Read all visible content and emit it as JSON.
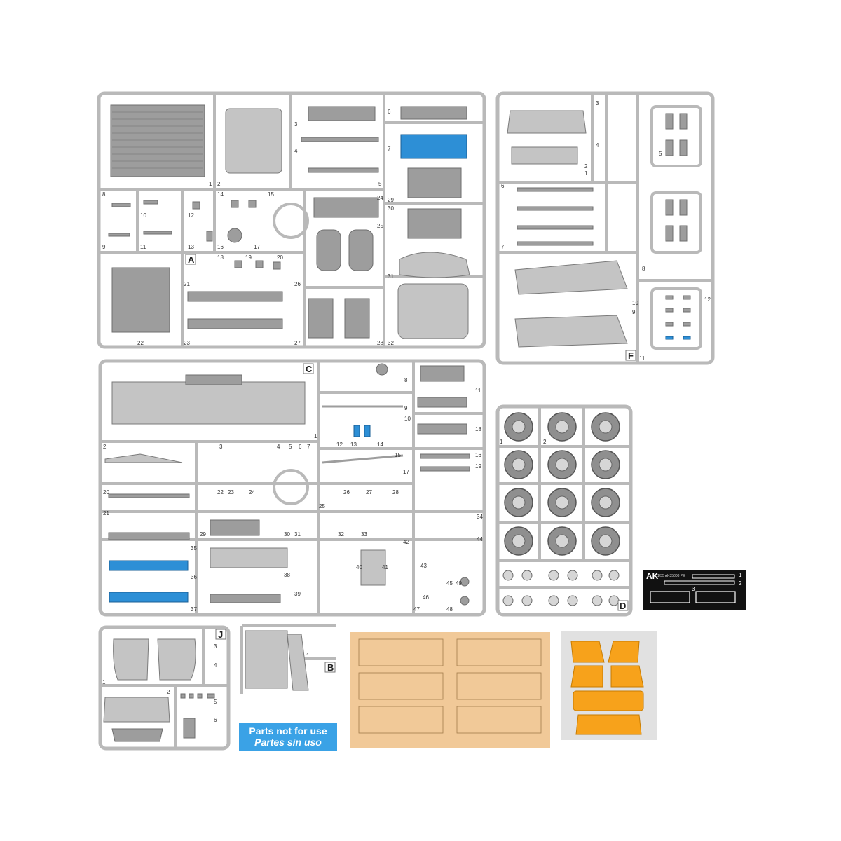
{
  "sprues": [
    {
      "letter": "A",
      "numbers": [
        "1",
        "2",
        "3",
        "4",
        "5",
        "6",
        "7",
        "8",
        "9",
        "10",
        "11",
        "12",
        "13",
        "14",
        "15",
        "16",
        "17",
        "18",
        "19",
        "20",
        "21",
        "22",
        "23",
        "24",
        "25",
        "26",
        "27",
        "28",
        "29",
        "30",
        "31",
        "32"
      ]
    },
    {
      "letter": "F",
      "numbers": [
        "1",
        "2",
        "3",
        "4",
        "5",
        "6",
        "7",
        "8",
        "9",
        "10",
        "11",
        "12"
      ]
    },
    {
      "letter": "C",
      "numbers": [
        "1",
        "2",
        "3",
        "4",
        "5",
        "6",
        "7",
        "8",
        "9",
        "10",
        "11",
        "12",
        "13",
        "14",
        "15",
        "16",
        "17",
        "18",
        "19",
        "20",
        "21",
        "22",
        "23",
        "24",
        "25",
        "26",
        "27",
        "28",
        "29",
        "30",
        "31",
        "32",
        "33",
        "34",
        "35",
        "36",
        "37",
        "38",
        "39",
        "40",
        "41",
        "42",
        "43",
        "44",
        "45",
        "46",
        "47",
        "48",
        "49"
      ]
    },
    {
      "letter": "D",
      "numbers": [
        "1",
        "2"
      ]
    },
    {
      "letter": "J",
      "numbers": [
        "1",
        "2",
        "3",
        "4",
        "5",
        "6"
      ]
    },
    {
      "letter": "B",
      "numbers": [
        "1"
      ]
    }
  ],
  "note": {
    "line1": "Parts not for use",
    "line2": "Partes sin uso",
    "color": "#3aa2e6"
  },
  "photoetch": {
    "brand": "AK",
    "code": "1/35 AK35008 PE",
    "numbers": [
      "1",
      "2",
      "3"
    ]
  },
  "colors": {
    "sprue": "#b9b9b9",
    "part": "#9d9d9d",
    "highlight": "#2d8fd6",
    "decal": "#f1c998",
    "mask": "#f7a21b"
  }
}
